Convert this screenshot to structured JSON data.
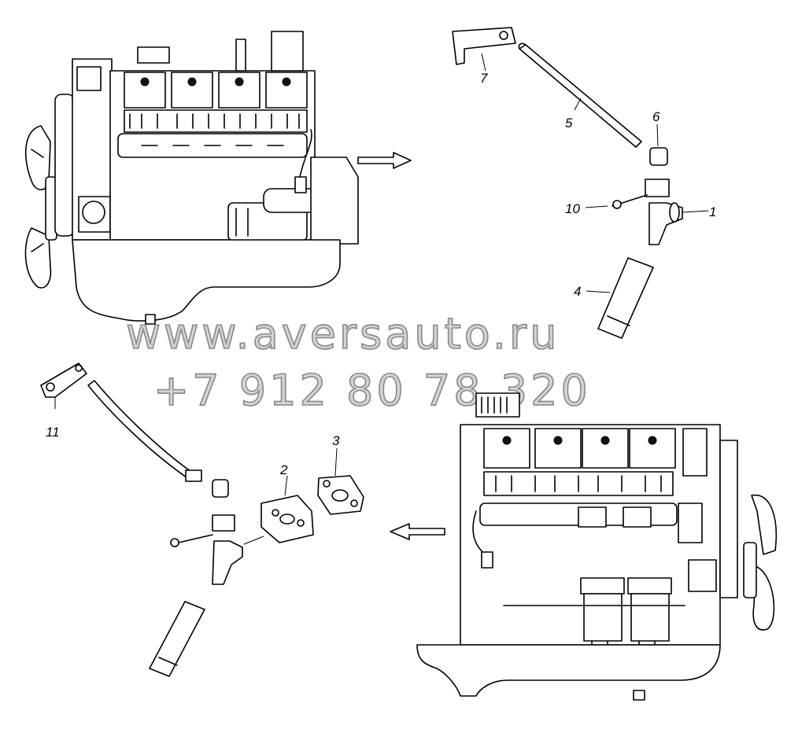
{
  "watermark": {
    "line1": "www.aversauto.ru",
    "line2": "+7 912 80 78 320"
  },
  "callouts": {
    "c1": "1",
    "c2": "2",
    "c3": "3",
    "c4": "4",
    "c5": "5",
    "c6": "6",
    "c7": "7",
    "c10": "10",
    "c11": "11"
  }
}
